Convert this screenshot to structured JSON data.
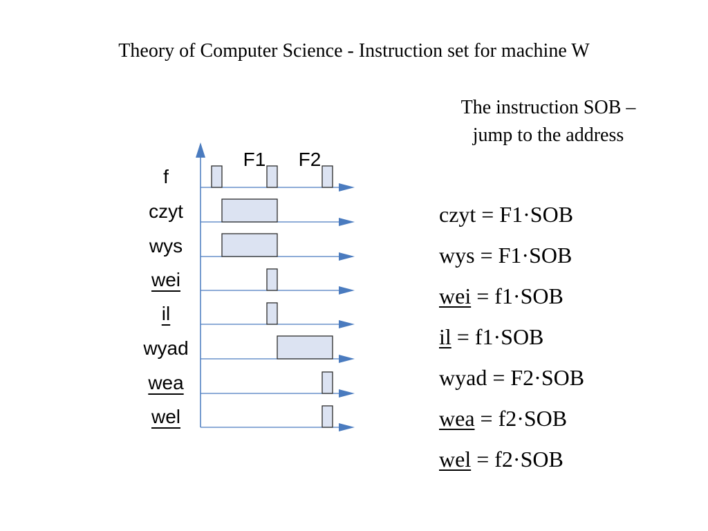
{
  "slide": {
    "title": "Theory of Computer Science  - Instruction set for machine W",
    "subtitle_lines": [
      "The instruction SOB –",
      "jump to the address"
    ]
  },
  "colors": {
    "axis": "#4a7bbf",
    "pulse_fill": "#dce3f2",
    "pulse_stroke": "#2b2b2b"
  },
  "timing_diagram": {
    "phases": [
      "F1",
      "F2"
    ],
    "signals": [
      {
        "name": "f",
        "underlined": false
      },
      {
        "name": "czyt",
        "underlined": false
      },
      {
        "name": "wys",
        "underlined": false
      },
      {
        "name": "wei",
        "underlined": true
      },
      {
        "name": "il",
        "underlined": true
      },
      {
        "name": "wyad",
        "underlined": false
      },
      {
        "name": "wea",
        "underlined": true
      },
      {
        "name": "wel",
        "underlined": true
      }
    ]
  },
  "equations": [
    {
      "name": "czyt",
      "underlined": false,
      "expr": " = F1·SOB"
    },
    {
      "name": "wys",
      "underlined": false,
      "expr": " = F1·SOB"
    },
    {
      "name": "wei",
      "underlined": true,
      "expr": " = f1·SOB"
    },
    {
      "name": "il",
      "underlined": true,
      "expr": " = f1·SOB"
    },
    {
      "name": "wyad",
      "underlined": false,
      "expr": " = F2·SOB"
    },
    {
      "name": "wea",
      "underlined": true,
      "expr": " = f2·SOB"
    },
    {
      "name": "wel",
      "underlined": true,
      "expr": " = f2·SOB"
    }
  ]
}
